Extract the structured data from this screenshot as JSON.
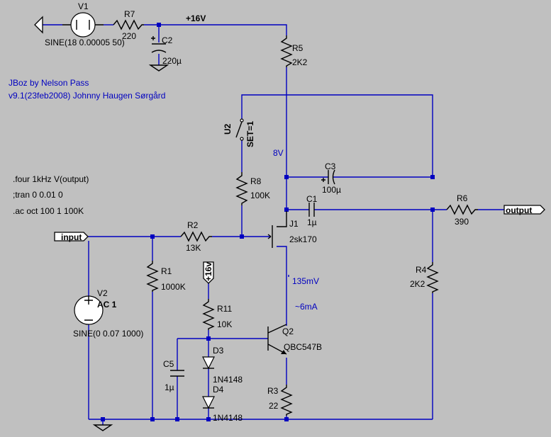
{
  "colors": {
    "background": "#c0c0c0",
    "wire": "#0000c0",
    "part": "#000000",
    "net_label": "#0000c0",
    "junction": "#0000c0"
  },
  "title": {
    "line1": "JBoz by Nelson Pass",
    "line2": "v9.1(23feb2008) Johnny Haugen Sørgård"
  },
  "directives": {
    "four": ".four 1kHz V(output)",
    "tran": ";tran 0 0.01 0",
    "ac": ".ac oct 100 1 100K"
  },
  "components": {
    "V1": {
      "name": "V1",
      "value": "SINE(18 0.00005 50)"
    },
    "R7": {
      "name": "R7",
      "value": "220"
    },
    "C2": {
      "name": "C2",
      "value": "220µ"
    },
    "R5": {
      "name": "R5",
      "value": "2K2"
    },
    "U2": {
      "name": "U2",
      "value": "SET=1"
    },
    "R8": {
      "name": "R8",
      "value": "100K"
    },
    "C3": {
      "name": "C3",
      "value": "100µ"
    },
    "C1": {
      "name": "C1",
      "value": "1µ"
    },
    "R6": {
      "name": "R6",
      "value": "390"
    },
    "R2": {
      "name": "R2",
      "value": "13K"
    },
    "J1": {
      "name": "J1",
      "value": "2sk170"
    },
    "R1": {
      "name": "R1",
      "value": "1000K"
    },
    "R4": {
      "name": "R4",
      "value": "2K2"
    },
    "V2": {
      "name": "V2",
      "value": "AC 1",
      "value2": "SINE(0 0.07 1000)"
    },
    "R11": {
      "name": "R11",
      "value": "10K"
    },
    "Q2": {
      "name": "Q2",
      "value": "QBC547B"
    },
    "D3": {
      "name": "D3",
      "value": "1N4148"
    },
    "D4": {
      "name": "D4",
      "value": "1N4148"
    },
    "C5": {
      "name": "C5",
      "value": "1µ"
    },
    "R3": {
      "name": "R3",
      "value": "22"
    }
  },
  "nets": {
    "supply": "+16V",
    "supply_flag": "+16v",
    "input": "input",
    "output": "output"
  },
  "annotations": {
    "drain_voltage": "8V",
    "source_voltage": "135mV",
    "current": "~6mA"
  }
}
